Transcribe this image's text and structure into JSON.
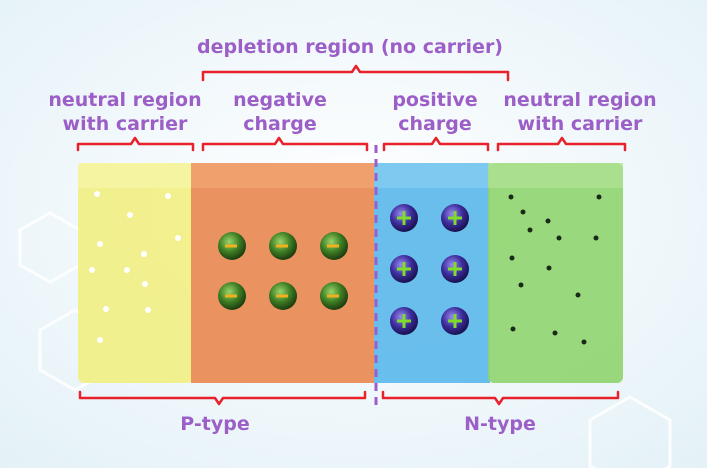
{
  "labels": {
    "depletion": "depletion region (no carrier)",
    "neutral_left_1": "neutral region",
    "neutral_left_2": "with carrier",
    "negative_1": "negative",
    "negative_2": "charge",
    "positive_1": "positive",
    "positive_2": "charge",
    "neutral_right_1": "neutral region",
    "neutral_right_2": "with carrier",
    "p_type": "P-type",
    "n_type": "N-type"
  },
  "charges": {
    "negative_symbol": "−",
    "positive_symbol": "+"
  },
  "colors": {
    "label": "#9b5fc7",
    "bracket": "#e8212b",
    "p_neutral": "#f1ee7a",
    "depletion_negative": "#e98a52",
    "depletion_positive": "#5cb8ea",
    "n_neutral": "#8fd46e",
    "junction_line": "#9b5fc7"
  }
}
